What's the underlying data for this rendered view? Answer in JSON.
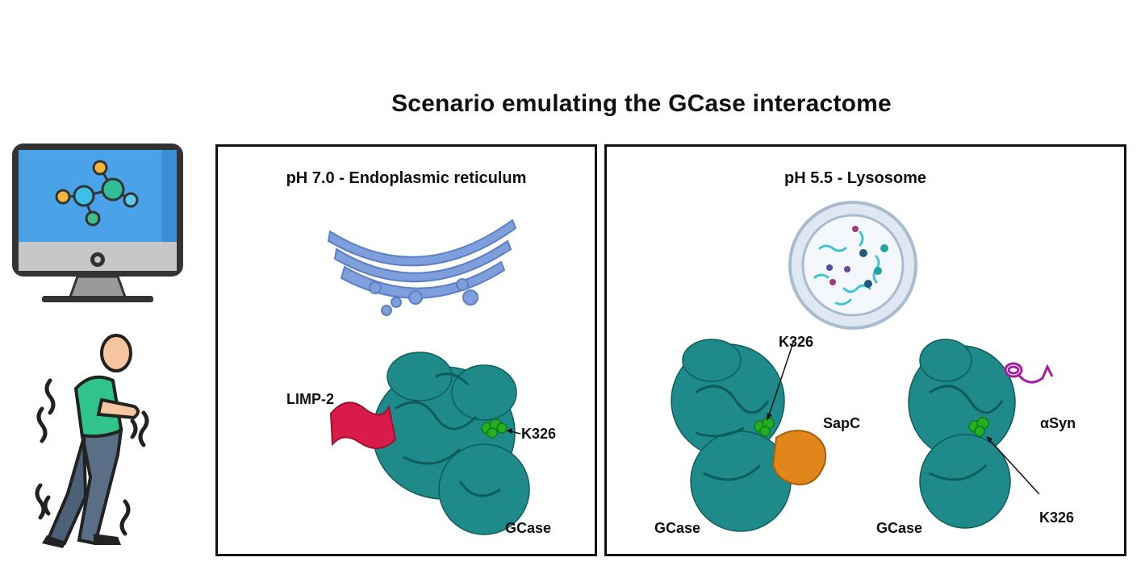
{
  "title": "Scenario emulating the GCase interactome",
  "panels": [
    {
      "title": "pH 7.0 - Endoplasmic reticulum",
      "labels": {
        "partner": "LIMP-2",
        "residue": "K326",
        "protein": "GCase"
      }
    },
    {
      "title": "pH 5.5 - Lysosome",
      "left_complex": {
        "residue": "K326",
        "partner": "SapC",
        "protein": "GCase"
      },
      "right_complex": {
        "partner": "αSyn",
        "residue": "K326",
        "protein": "GCase"
      }
    }
  ],
  "colors": {
    "gcase": "#1f8a8a",
    "limp2": "#d81b4a",
    "sapc": "#e0861a",
    "asyn": "#a020a0",
    "k326": "#22b022",
    "er": "#7f9fdc",
    "monitor_screen": "#4aa3e8"
  },
  "icons": [
    "computer-monitor-icon",
    "molecule-icon",
    "tremoring-person-icon",
    "endoplasmic-reticulum-icon",
    "lysosome-icon"
  ]
}
